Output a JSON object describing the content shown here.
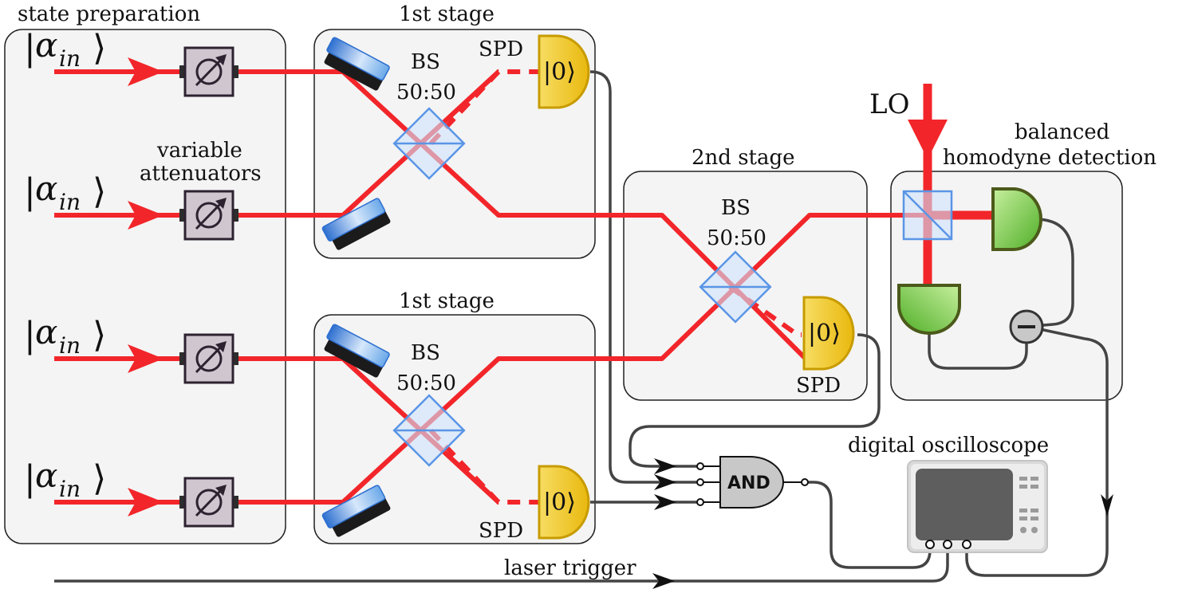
{
  "labels": {
    "state_preparation": "state preparation",
    "stage1_top": "1st stage",
    "stage1_bottom": "1st stage",
    "stage2": "2nd stage",
    "bhd_line1": "balanced",
    "bhd_line2": "homodyne detection",
    "variable_line1": "variable",
    "variable_line2": "attenuators",
    "bs_word": "BS",
    "bs_ratio": "50:50",
    "spd": "SPD",
    "lo": "LO",
    "and_gate": "AND",
    "oscilloscope": "digital oscilloscope",
    "laser_trigger": "laser trigger",
    "vacuum_ket": "|0⟩"
  },
  "input_state": {
    "alpha": "α",
    "subscript": "in"
  },
  "colors": {
    "beam": "#f2262a",
    "box_fill": "#f4f4f4",
    "wire": "#444444",
    "spd_fill": "#f2c51c",
    "spd_stroke": "#c79b00",
    "bhd_fill": "#7bd04d",
    "bhd_stroke": "#4b5a1a",
    "mirror": "#6aa8e8",
    "attenuator": "#c9c0c9"
  }
}
